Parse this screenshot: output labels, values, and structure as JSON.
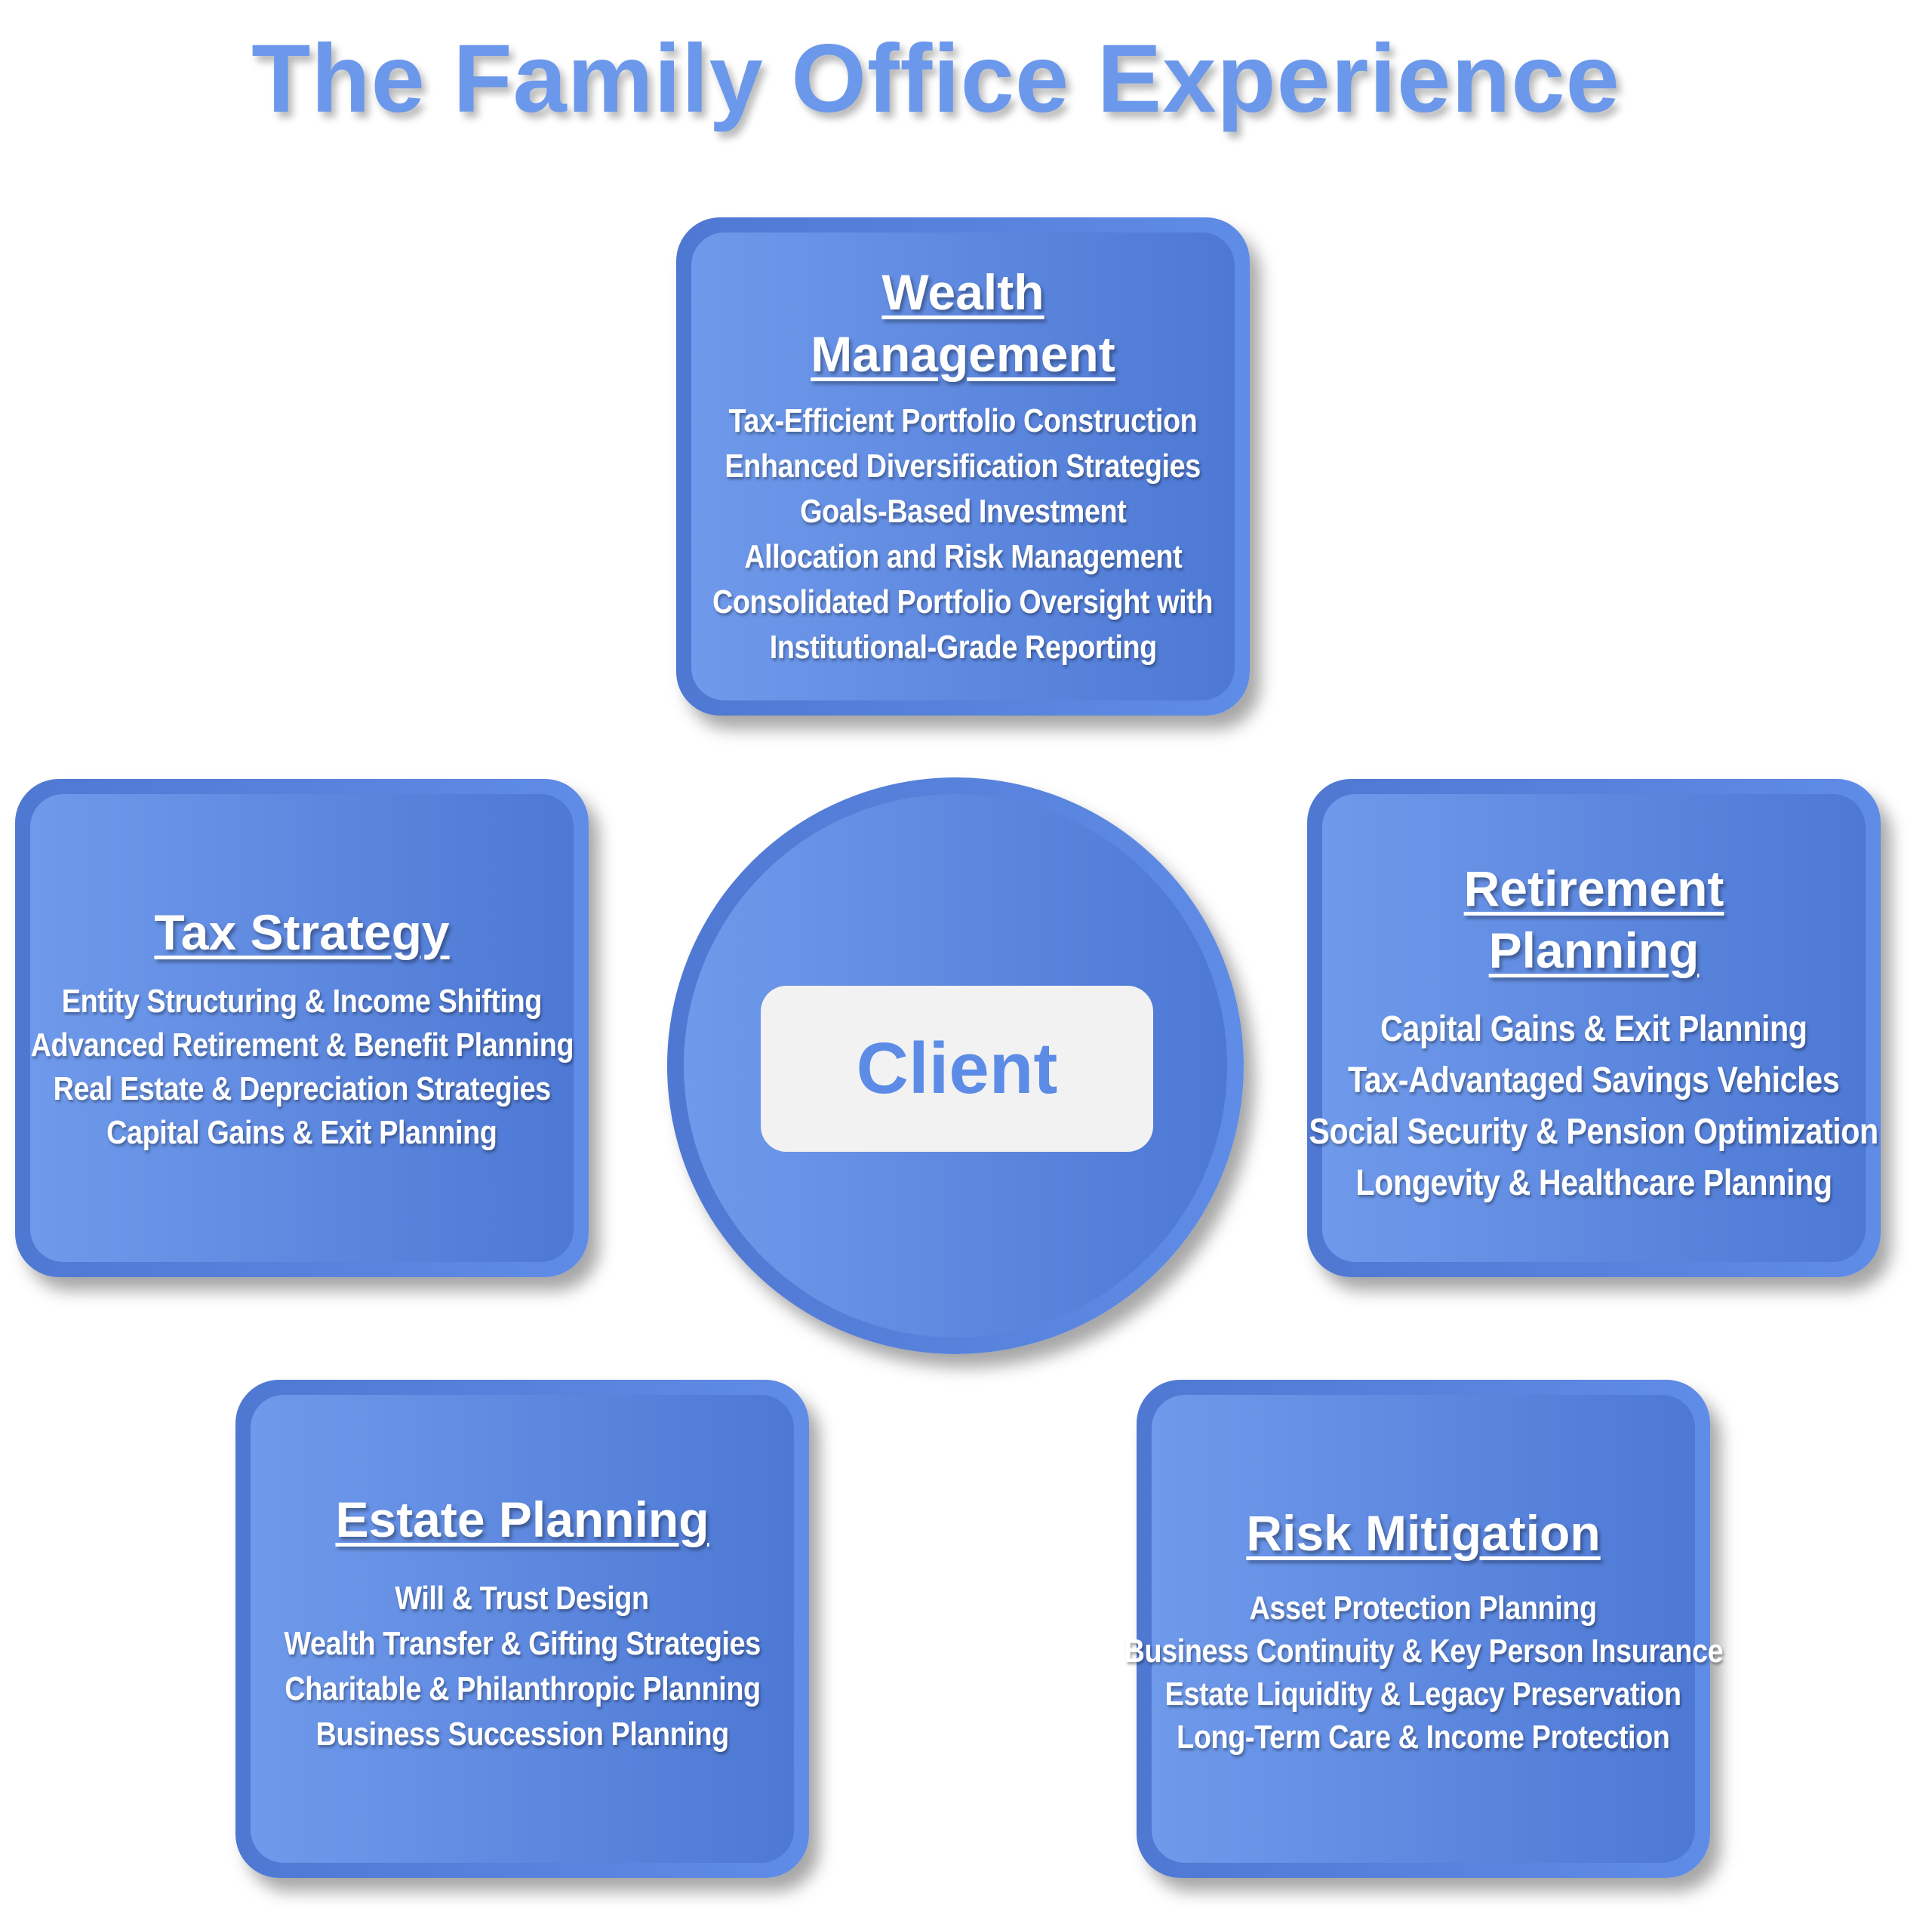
{
  "title": "The Family Office Experience",
  "center": {
    "label": "Client"
  },
  "boxes": {
    "wealth": {
      "title_lines": [
        "Wealth",
        "Management"
      ],
      "items": [
        "Tax-Efficient Portfolio Construction",
        "Enhanced Diversification Strategies",
        "Goals-Based Investment",
        "Allocation and Risk Management",
        "Consolidated Portfolio Oversight with",
        "Institutional-Grade Reporting"
      ]
    },
    "tax": {
      "title_lines": [
        "Tax Strategy"
      ],
      "items": [
        "Entity Structuring & Income Shifting",
        "Advanced Retirement & Benefit Planning",
        "Real Estate & Depreciation Strategies",
        "Capital Gains & Exit Planning"
      ]
    },
    "retirement": {
      "title_lines": [
        "Retirement",
        "Planning"
      ],
      "items": [
        "Capital Gains & Exit Planning",
        "Tax-Advantaged Savings Vehicles",
        "Social Security & Pension Optimization",
        "Longevity & Healthcare Planning"
      ]
    },
    "estate": {
      "title_lines": [
        "Estate Planning"
      ],
      "items": [
        "Will & Trust Design",
        "Wealth Transfer & Gifting Strategies",
        "Charitable & Philanthropic Planning",
        "Business Succession Planning"
      ]
    },
    "risk": {
      "title_lines": [
        "Risk Mitigation"
      ],
      "items": [
        "Asset Protection Planning",
        "Business Continuity & Key Person Insurance",
        "Estate Liquidity & Legacy Preservation",
        "Long-Term Care & Income Protection"
      ]
    }
  },
  "colors": {
    "title": "#6b98ea",
    "box_border": "#4f78d2",
    "box_fill": "#6f9aeb",
    "client_pill": "#f2f2f2",
    "client_text": "#5c8ce6"
  }
}
